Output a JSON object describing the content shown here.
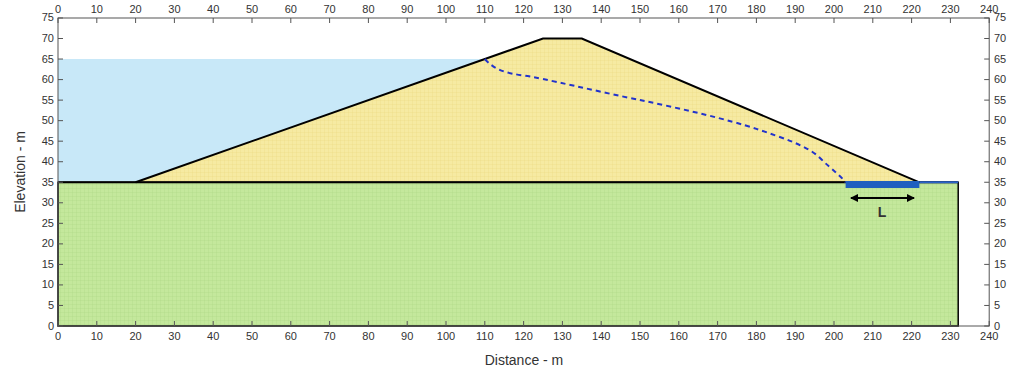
{
  "diagram": {
    "labels": [
      "0",
      "10",
      "20",
      "30",
      "40",
      "50",
      "60",
      "70",
      "80",
      "90",
      "100",
      "110",
      "120",
      "130",
      "140",
      "150",
      "160",
      "170",
      "180",
      "190",
      "200",
      "210",
      "220",
      "230",
      "240",
      "75",
      "70",
      "65",
      "60",
      "55",
      "50",
      "45",
      "40",
      "35",
      "30",
      "25",
      "20",
      "15",
      "10",
      "5",
      "0",
      "75",
      "70",
      "65",
      "60",
      "55",
      "50",
      "45",
      "40",
      "35",
      "30",
      "25",
      "20",
      "15",
      "10",
      "5",
      "0",
      "L",
      "0",
      "10",
      "20",
      "30",
      "40",
      "50",
      "60",
      "70",
      "80",
      "90",
      "100",
      "110",
      "120",
      "130",
      "140",
      "150",
      "160",
      "170",
      "180",
      "190",
      "200",
      "210",
      "220",
      "230",
      "240",
      "Elevation - m",
      "Distance - m"
    ]
  }
}
